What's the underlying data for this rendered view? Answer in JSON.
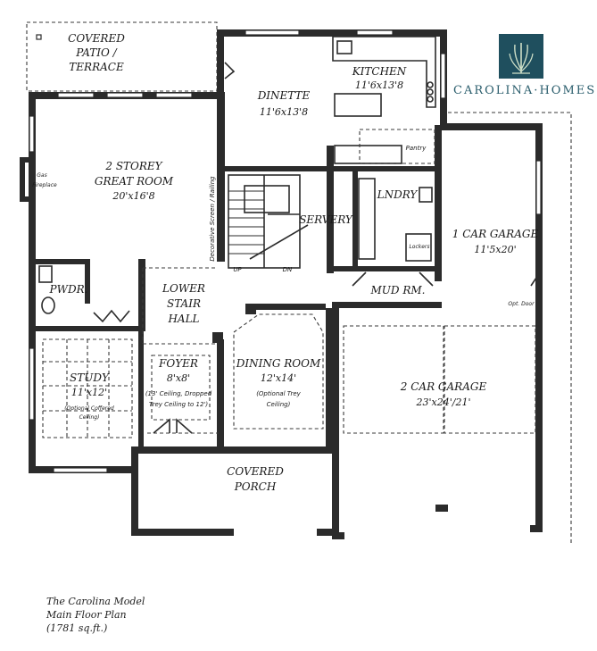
{
  "brand": {
    "name": "CAROLINA·HOMES",
    "accent_color": "#1f4f5e"
  },
  "caption": {
    "line1": "The Carolina Model",
    "line2": "Main Floor Plan",
    "line3": "(1781 sq.ft.)"
  },
  "rooms": {
    "patio": {
      "line1": "COVERED",
      "line2": "PATIO /",
      "line3": "TERRACE"
    },
    "kitchen": {
      "name": "KITCHEN",
      "dims": "11'6x13'8"
    },
    "dinette": {
      "name": "DINETTE",
      "dims": "11'6x13'8"
    },
    "great_room": {
      "line1": "2 STOREY",
      "line2": "GREAT ROOM",
      "dims": "20'x16'8"
    },
    "fireplace": {
      "line1": "Gas",
      "line2": "Fireplace"
    },
    "railing": "Decorative Screen / Railing",
    "servery": "SERVERY",
    "pantry": "Pantry",
    "laundry": "LNDRY",
    "lockers": "Lockers",
    "one_car_garage": {
      "name": "1 CAR GARAGE",
      "dims": "11'5x20'"
    },
    "opt_door": "Opt. Door",
    "mud_room": "MUD RM.",
    "pwdr": "PWDR.",
    "stair_hall": {
      "line1": "LOWER",
      "line2": "STAIR",
      "line3": "HALL"
    },
    "stairs": {
      "up": "UP",
      "dn": "DN"
    },
    "study": {
      "name": "STUDY",
      "dims": "11'x12'",
      "note1": "(Optional Coffered",
      "note2": "Ceiling)"
    },
    "foyer": {
      "name": "FOYER",
      "dims": "8'x8'",
      "note1": "(13' Ceiling, Dropped",
      "note2": "Trey Ceiling to 12')"
    },
    "dining": {
      "name": "DINING ROOM",
      "dims": "12'x14'",
      "note1": "(Optional Trey",
      "note2": "Ceiling)"
    },
    "two_car_garage": {
      "name": "2 CAR GARAGE",
      "dims": "23'x24'/21'"
    },
    "porch": {
      "line1": "COVERED",
      "line2": "PORCH"
    }
  }
}
